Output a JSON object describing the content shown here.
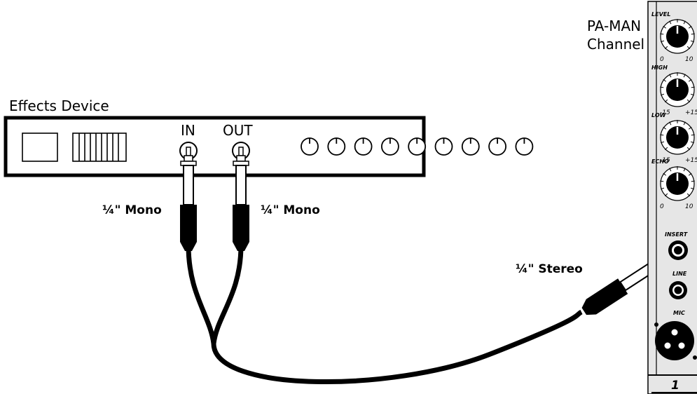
{
  "device": {
    "title": "Effects Device",
    "in_label": "IN",
    "out_label": "OUT"
  },
  "cables": {
    "in_plug_label": "¼\" Mono",
    "out_plug_label": "¼\" Mono",
    "stereo_plug_label": "¼\" Stereo"
  },
  "channel": {
    "title_line1": "PA-MAN",
    "title_line2": "Channel",
    "knobs": [
      {
        "name": "LEVEL",
        "min": "0",
        "max": "10"
      },
      {
        "name": "HIGH",
        "min": "-15",
        "max": "+15"
      },
      {
        "name": "LOW",
        "min": "-15",
        "max": "+15"
      },
      {
        "name": "ECHO",
        "min": "0",
        "max": "10"
      }
    ],
    "insert_label": "INSERT",
    "line_label": "LINE",
    "mic_label": "MIC",
    "number": "1"
  },
  "colors": {
    "panel": "#e6e6e6",
    "ink": "#000000"
  }
}
